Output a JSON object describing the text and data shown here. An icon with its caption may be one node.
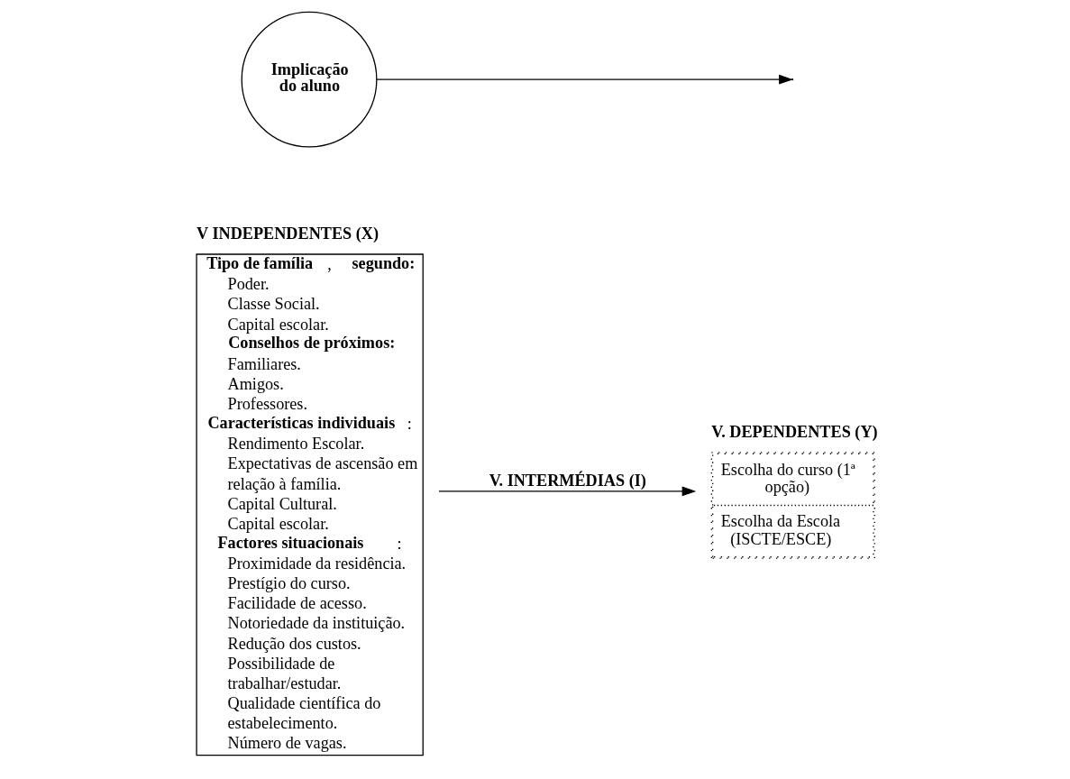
{
  "diagram": {
    "nodes": [
      {
        "text": [
          "V INDEPENDENTES (X)",
          "**Tipo de família**, **segundo:**",
          "Poder.",
          "Classe Social.",
          "Capital escolar.",
          "**Conselhos de próximos:**",
          "Familiares.",
          "Amigos.",
          "Professores.",
          "**Características individuais**:",
          "Rendimento Escolar.",
          "Expectativas de ascensão em relação à família.",
          "Capital Cultural.",
          "Capital escolar.",
          "**Factores situacionais**:",
          "Proximidade da residência.",
          "Prestígio do curso.",
          "Facilidade de acesso.",
          "Notoriedade da instituição.",
          "Redução dos custos.",
          "Possibilidade de trabalhar/estudar.",
          "Qualidade científica do estabelecimento.",
          "Número de vagas."
        ]
      },
      {
        "text": [
          "V. DEPENDENTES (Y)",
          "Escolha do curso (1ª opção)",
          "Escolha da Escola (ISCTE/ESCE)"
        ]
      },
      {
        "text": [
          "Implicação do aluno"
        ]
      }
    ],
    "edges": [
      {
        "from": 0,
        "to": 1,
        "arrow": "to",
        "label": "V. INTERMÉDIAS (I)"
      },
      {
        "from": 2,
        "to": null,
        "arrow": "to"
      }
    ]
  }
}
